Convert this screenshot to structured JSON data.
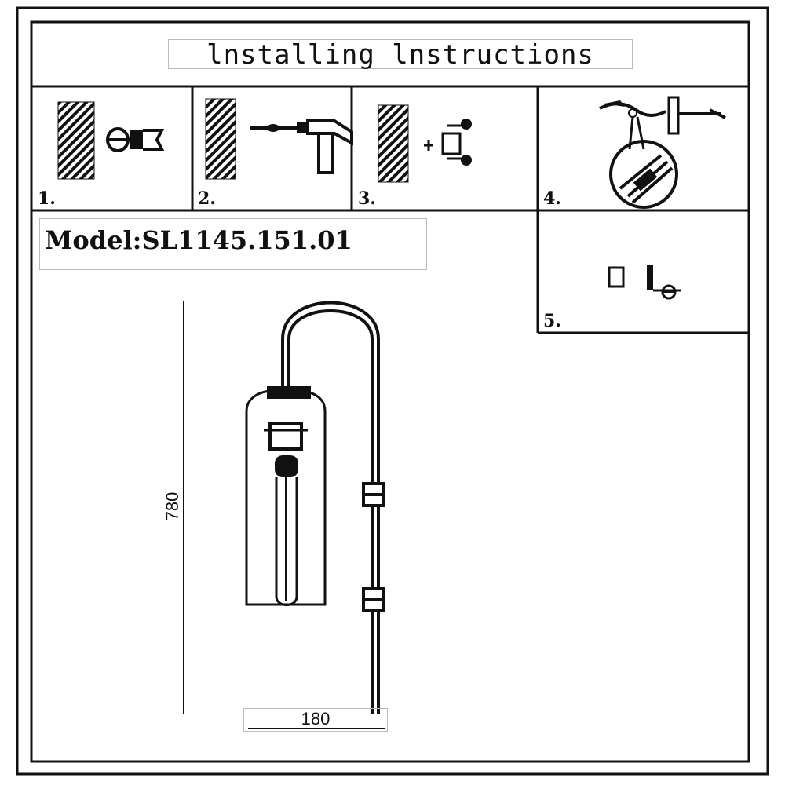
{
  "header": {
    "title": "lnstalling lnstructions"
  },
  "steps": [
    {
      "number": "1.",
      "icon": "expansion-anchor-icon"
    },
    {
      "number": "2.",
      "icon": "hammer-anchor-icon"
    },
    {
      "number": "3.",
      "icon": "mounting-bracket-icon"
    },
    {
      "number": "4.",
      "icon": "wire-connection-icon"
    },
    {
      "number": "5.",
      "icon": "bulb-socket-icon"
    }
  ],
  "model": {
    "label": "Model:SL1145.151.01"
  },
  "dimensions": {
    "height": "780",
    "width": "180"
  }
}
